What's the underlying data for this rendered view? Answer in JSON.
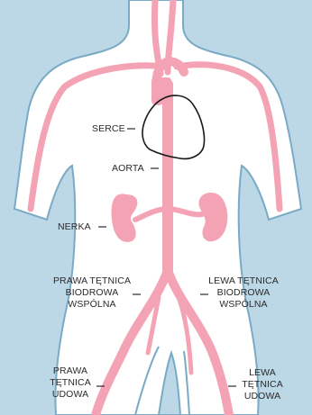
{
  "colors": {
    "background": "#bcd8e6",
    "body_fill": "#ffffff",
    "body_outline": "#7aaac4",
    "artery": "#f4a3b4",
    "heart_outline": "#1a1a1a",
    "text": "#2a2a2a"
  },
  "labels": {
    "heart": "SERCE",
    "aorta": "AORTA",
    "kidney": "NERKA",
    "right_common_iliac": [
      "PRAWA TĘTNICA",
      "BIODROWA",
      "WSPÓLNA"
    ],
    "left_common_iliac": [
      "LEWA TĘTNICA",
      "BIODROWA",
      "WSPÓLNA"
    ],
    "right_femoral": [
      "PRAWA",
      "TĘTNICA",
      "UDOWA"
    ],
    "left_femoral": [
      "LEWA",
      "TĘTNICA",
      "UDOWA"
    ]
  }
}
